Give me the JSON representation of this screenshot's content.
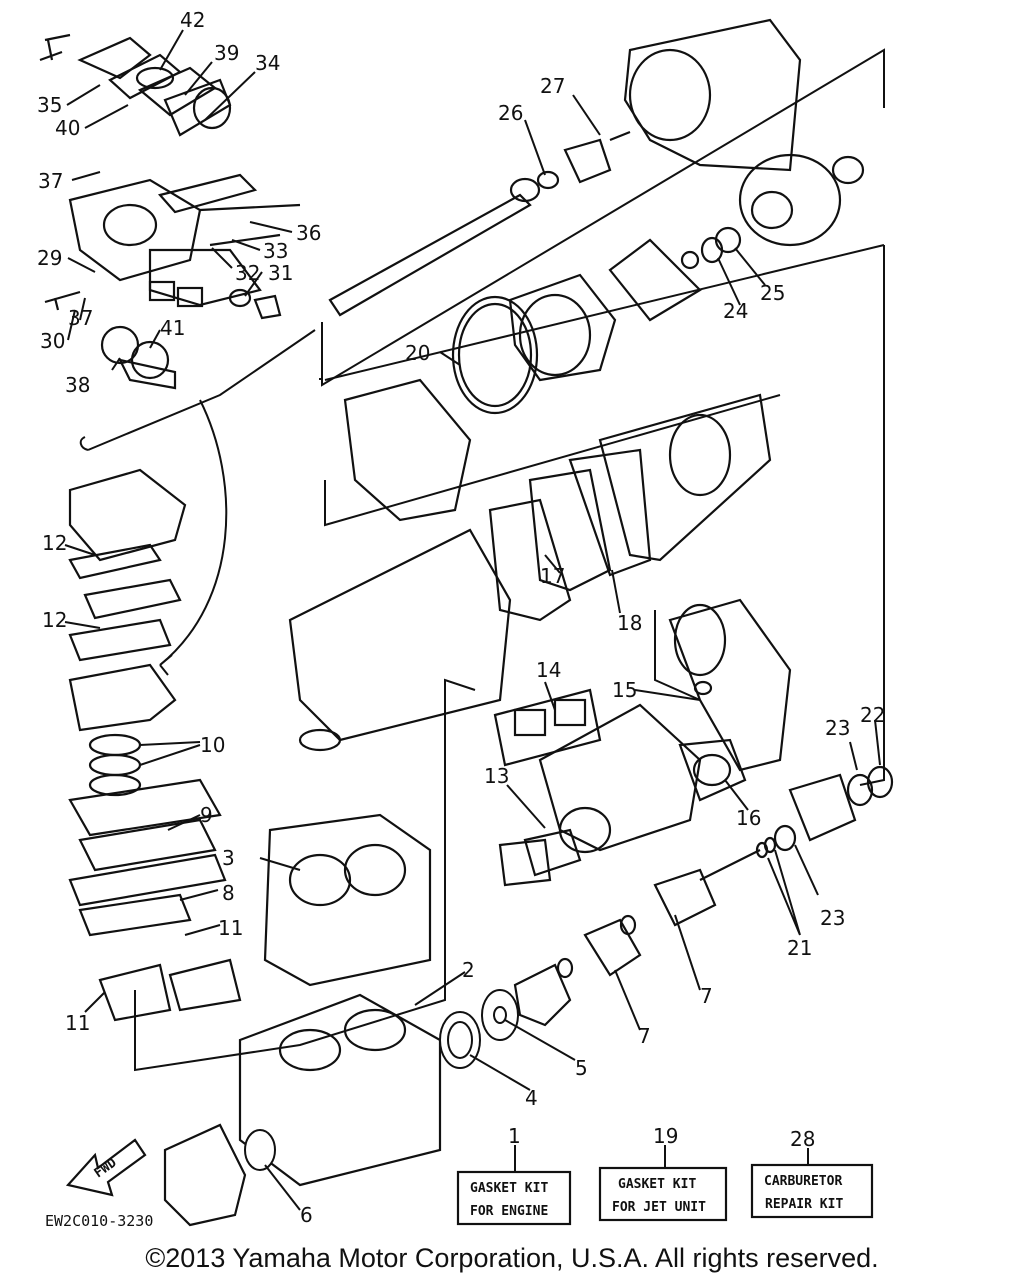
{
  "diagram": {
    "code": "EW2C010-3230",
    "fwd_label": "FWD",
    "callouts": [
      {
        "id": "c1",
        "text": "1"
      },
      {
        "id": "c2",
        "text": "2"
      },
      {
        "id": "c3",
        "text": "3"
      },
      {
        "id": "c4",
        "text": "4"
      },
      {
        "id": "c5",
        "text": "5"
      },
      {
        "id": "c6",
        "text": "6"
      },
      {
        "id": "c7a",
        "text": "7"
      },
      {
        "id": "c7b",
        "text": "7"
      },
      {
        "id": "c8",
        "text": "8"
      },
      {
        "id": "c9",
        "text": "9"
      },
      {
        "id": "c10",
        "text": "10"
      },
      {
        "id": "c11a",
        "text": "11"
      },
      {
        "id": "c11b",
        "text": "11"
      },
      {
        "id": "c12a",
        "text": "12"
      },
      {
        "id": "c12b",
        "text": "12"
      },
      {
        "id": "c13",
        "text": "13"
      },
      {
        "id": "c14",
        "text": "14"
      },
      {
        "id": "c15",
        "text": "15"
      },
      {
        "id": "c16",
        "text": "16"
      },
      {
        "id": "c17",
        "text": "17"
      },
      {
        "id": "c18",
        "text": "18"
      },
      {
        "id": "c19",
        "text": "19"
      },
      {
        "id": "c20",
        "text": "20"
      },
      {
        "id": "c21",
        "text": "21"
      },
      {
        "id": "c22",
        "text": "22"
      },
      {
        "id": "c23a",
        "text": "23"
      },
      {
        "id": "c23b",
        "text": "23"
      },
      {
        "id": "c24",
        "text": "24"
      },
      {
        "id": "c25",
        "text": "25"
      },
      {
        "id": "c26",
        "text": "26"
      },
      {
        "id": "c27",
        "text": "27"
      },
      {
        "id": "c28",
        "text": "28"
      },
      {
        "id": "c29",
        "text": "29"
      },
      {
        "id": "c30",
        "text": "30"
      },
      {
        "id": "c31",
        "text": "31"
      },
      {
        "id": "c32",
        "text": "32"
      },
      {
        "id": "c33",
        "text": "33"
      },
      {
        "id": "c34",
        "text": "34"
      },
      {
        "id": "c35",
        "text": "35"
      },
      {
        "id": "c36",
        "text": "36"
      },
      {
        "id": "c37a",
        "text": "37"
      },
      {
        "id": "c37b",
        "text": "37"
      },
      {
        "id": "c38",
        "text": "38"
      },
      {
        "id": "c39",
        "text": "39"
      },
      {
        "id": "c40",
        "text": "40"
      },
      {
        "id": "c41",
        "text": "41"
      },
      {
        "id": "c42",
        "text": "42"
      }
    ],
    "kits": [
      {
        "number": "1",
        "line1": "GASKET KIT",
        "line2": "FOR ENGINE"
      },
      {
        "number": "19",
        "line1": "GASKET KIT",
        "line2": "FOR JET UNIT"
      },
      {
        "number": "28",
        "line1": "CARBURETOR",
        "line2": "REPAIR KIT"
      }
    ]
  },
  "footer": {
    "copyright": "©2013 Yamaha Motor Corporation, U.S.A. All rights reserved."
  }
}
